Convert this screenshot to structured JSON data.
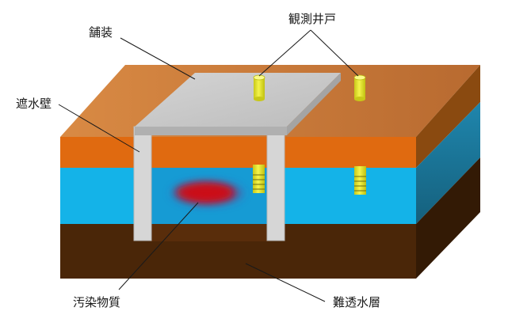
{
  "labels": {
    "pavement": "舗装",
    "observation_well": "観測井戸",
    "cutoff_wall": "遮水壁",
    "contaminant": "汚染物質",
    "impermeable_layer": "難透水層"
  },
  "colors": {
    "surface_top": "#c97a3c",
    "surface_front": "#e06a10",
    "aquifer_front": "#14b3e8",
    "aquifer_side": "#1a7ba0",
    "impermeable_front": "#4a2608",
    "impermeable_side": "#331a05",
    "pavement": "#c8c8c8",
    "wall": "#d6d6d6",
    "contaminant": "#d0101a",
    "well": "#e8e82a"
  }
}
